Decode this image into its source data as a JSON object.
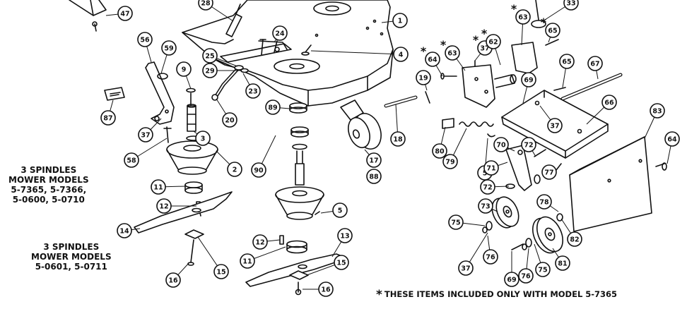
{
  "group_labels": {
    "three_spindle_a": [
      "3 SPINDLES",
      "MOWER MODELS",
      "5-7365, 5-7366,",
      "5-0600, 5-0710"
    ],
    "three_spindle_b": [
      "3 SPINDLES",
      "MOWER MODELS",
      "5-0601, 5-0711"
    ]
  },
  "footnote": {
    "marker": "*",
    "text": "THESE ITEMS INCLUDED ONLY WITH MODEL 5-7365"
  },
  "callouts": [
    {
      "id": "47",
      "star": false
    },
    {
      "id": "28",
      "star": false
    },
    {
      "id": "1",
      "star": false
    },
    {
      "id": "24",
      "star": false
    },
    {
      "id": "4",
      "star": false
    },
    {
      "id": "25",
      "star": false
    },
    {
      "id": "29",
      "star": false
    },
    {
      "id": "23",
      "star": false
    },
    {
      "id": "56",
      "star": false
    },
    {
      "id": "59",
      "star": false
    },
    {
      "id": "9",
      "star": false
    },
    {
      "id": "87",
      "star": false
    },
    {
      "id": "37",
      "star": false
    },
    {
      "id": "58",
      "star": false
    },
    {
      "id": "20",
      "star": false
    },
    {
      "id": "3",
      "star": false
    },
    {
      "id": "2",
      "star": false
    },
    {
      "id": "89",
      "star": false
    },
    {
      "id": "90",
      "star": false
    },
    {
      "id": "11",
      "star": false
    },
    {
      "id": "12",
      "star": false
    },
    {
      "id": "14",
      "star": false
    },
    {
      "id": "5",
      "star": false
    },
    {
      "id": "13",
      "star": false
    },
    {
      "id": "16",
      "star": false
    },
    {
      "id": "15",
      "star": false
    },
    {
      "id": "12",
      "star": false
    },
    {
      "id": "11",
      "star": false
    },
    {
      "id": "15",
      "star": false
    },
    {
      "id": "16",
      "star": false
    },
    {
      "id": "17",
      "star": false
    },
    {
      "id": "88",
      "star": false
    },
    {
      "id": "18",
      "star": false
    },
    {
      "id": "19",
      "star": false
    },
    {
      "id": "64",
      "star": true
    },
    {
      "id": "63",
      "star": true
    },
    {
      "id": "37",
      "star": true
    },
    {
      "id": "62",
      "star": true
    },
    {
      "id": "63",
      "star": true
    },
    {
      "id": "69",
      "star": false
    },
    {
      "id": "65",
      "star": false
    },
    {
      "id": "67",
      "star": false
    },
    {
      "id": "66",
      "star": false
    },
    {
      "id": "37",
      "star": false
    },
    {
      "id": "33",
      "star": false
    },
    {
      "id": "65",
      "star": true
    },
    {
      "id": "83",
      "star": false
    },
    {
      "id": "64",
      "star": false
    },
    {
      "id": "80",
      "star": false
    },
    {
      "id": "79",
      "star": false
    },
    {
      "id": "5",
      "star": false
    },
    {
      "id": "70",
      "star": false
    },
    {
      "id": "71",
      "star": false
    },
    {
      "id": "72",
      "star": false
    },
    {
      "id": "77",
      "star": false
    },
    {
      "id": "72",
      "star": false
    },
    {
      "id": "73",
      "star": false
    },
    {
      "id": "78",
      "star": false
    },
    {
      "id": "75",
      "star": false
    },
    {
      "id": "82",
      "star": false
    },
    {
      "id": "37",
      "star": false
    },
    {
      "id": "76",
      "star": false
    },
    {
      "id": "69",
      "star": false
    },
    {
      "id": "76",
      "star": false
    },
    {
      "id": "75",
      "star": false
    },
    {
      "id": "81",
      "star": false
    }
  ]
}
